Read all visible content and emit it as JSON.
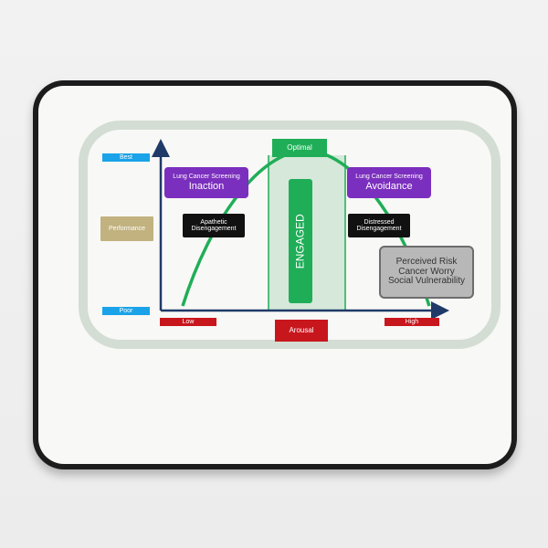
{
  "colors": {
    "axis": "#1f3a68",
    "curve": "#1fae57",
    "optimal_zone_fill": "#d5e8d9",
    "optimal_zone_lines": "#1fae57",
    "frame_ring": "#d3ddd3",
    "best_poor_tags": "#1aa3e8",
    "low_high_arousal_tags": "#c8161d",
    "purple_boxes": "#7b2fbe",
    "black_boxes": "#111111",
    "performance_tag": "#c2b280",
    "risk_box": "#b8b8b8"
  },
  "y_axis": {
    "top_label": "Best",
    "bottom_label": "Poor",
    "name": "Performance"
  },
  "x_axis": {
    "left_label": "Low",
    "right_label": "High",
    "name": "Arousal"
  },
  "zone": {
    "top_label": "Optimal",
    "bar_label": "ENGAGED"
  },
  "left_purple": {
    "line1": "Lung Cancer Screening",
    "line2": "Inaction"
  },
  "right_purple": {
    "line1": "Lung Cancer Screening",
    "line2": "Avoidance"
  },
  "left_black": {
    "line1": "Apathetic",
    "line2": "Disengagement"
  },
  "right_black": {
    "line1": "Distressed",
    "line2": "Disengagement"
  },
  "risk_box": {
    "line1": "Perceived Risk",
    "line2": "Cancer Worry",
    "line3": "Social Vulnerability"
  }
}
